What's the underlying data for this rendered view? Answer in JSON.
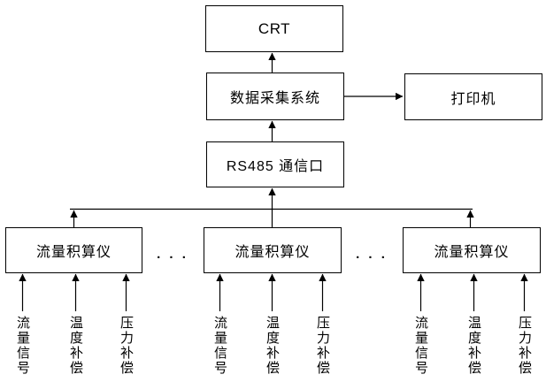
{
  "diagram": {
    "background": "#ffffff",
    "line_color": "#000000",
    "box_border_color": "#000000",
    "nodes": {
      "crt": {
        "label": "CRT"
      },
      "data_acquisition": {
        "label": "数据采集系统"
      },
      "printer": {
        "label": "打印机"
      },
      "rs485_port": {
        "label": "RS485 通信口"
      },
      "flow_totalizers": [
        {
          "label": "流量积算仪"
        },
        {
          "label": "流量积算仪"
        },
        {
          "label": "流量积算仪"
        }
      ]
    },
    "separators": [
      ". . .",
      ". . ."
    ],
    "input_groups": [
      {
        "labels": [
          "流量信号",
          "温度补偿",
          "压力补偿"
        ]
      },
      {
        "labels": [
          "流量信号",
          "温度补偿",
          "压力补偿"
        ]
      },
      {
        "labels": [
          "流量信号",
          "温度补偿",
          "压力补偿"
        ]
      }
    ]
  }
}
